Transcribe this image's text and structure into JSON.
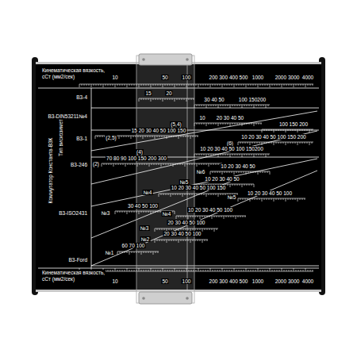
{
  "diagram": {
    "labels": [
      "Кинематическая вязкость,",
      "сСт (мм2/сек)",
      "10",
      "50",
      "100",
      "200 300 400 500",
      "1000",
      "2000 3000",
      "4000",
      "Тип вискозиметра",
      "Коммутатор Константа-В3К",
      "В3-4",
      "В3-DIN53211№4",
      "В3-1",
      "В3-246",
      "В3-ISO2431",
      "В3-Ford",
      "15",
      "20",
      "30 40 50",
      "100 150200",
      "(5,4)",
      "10",
      "20 30 40 50",
      "100 150 200",
      "(2,5)",
      "15 20 30 40 50 100 150",
      "(4)",
      "(6)",
      "10 20 30 40 50 100 150 200",
      "70 80 90 100 150 200 300",
      "(2)",
      "10 20 30 40 50 100 150200",
      "№6",
      "10 20 30 40 50",
      "№5",
      "10 20 30 40 50",
      "№4",
      "10 20 30 40 50 100 150",
      "№5",
      "10 20 30 40 50 100",
      "№3",
      "30 40 50 100",
      "№4",
      "10 20 30 40 50 100",
      "№3",
      "20 30 40 50 100",
      "№2",
      "20 30 40 50 100",
      "№1",
      "60 70 100",
      "Кинематическая вязкость,",
      "сСт (мм2/сек)",
      "10",
      "50",
      "100",
      "200 300 400 500",
      "1000",
      "2000 3000",
      "4000"
    ]
  }
}
